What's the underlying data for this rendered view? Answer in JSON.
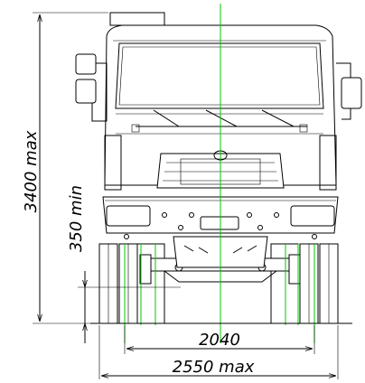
{
  "dimensions": {
    "overall_height": "3400 max",
    "ground_clearance": "350 min",
    "track_width": "2040",
    "overall_width": "2550 max"
  }
}
